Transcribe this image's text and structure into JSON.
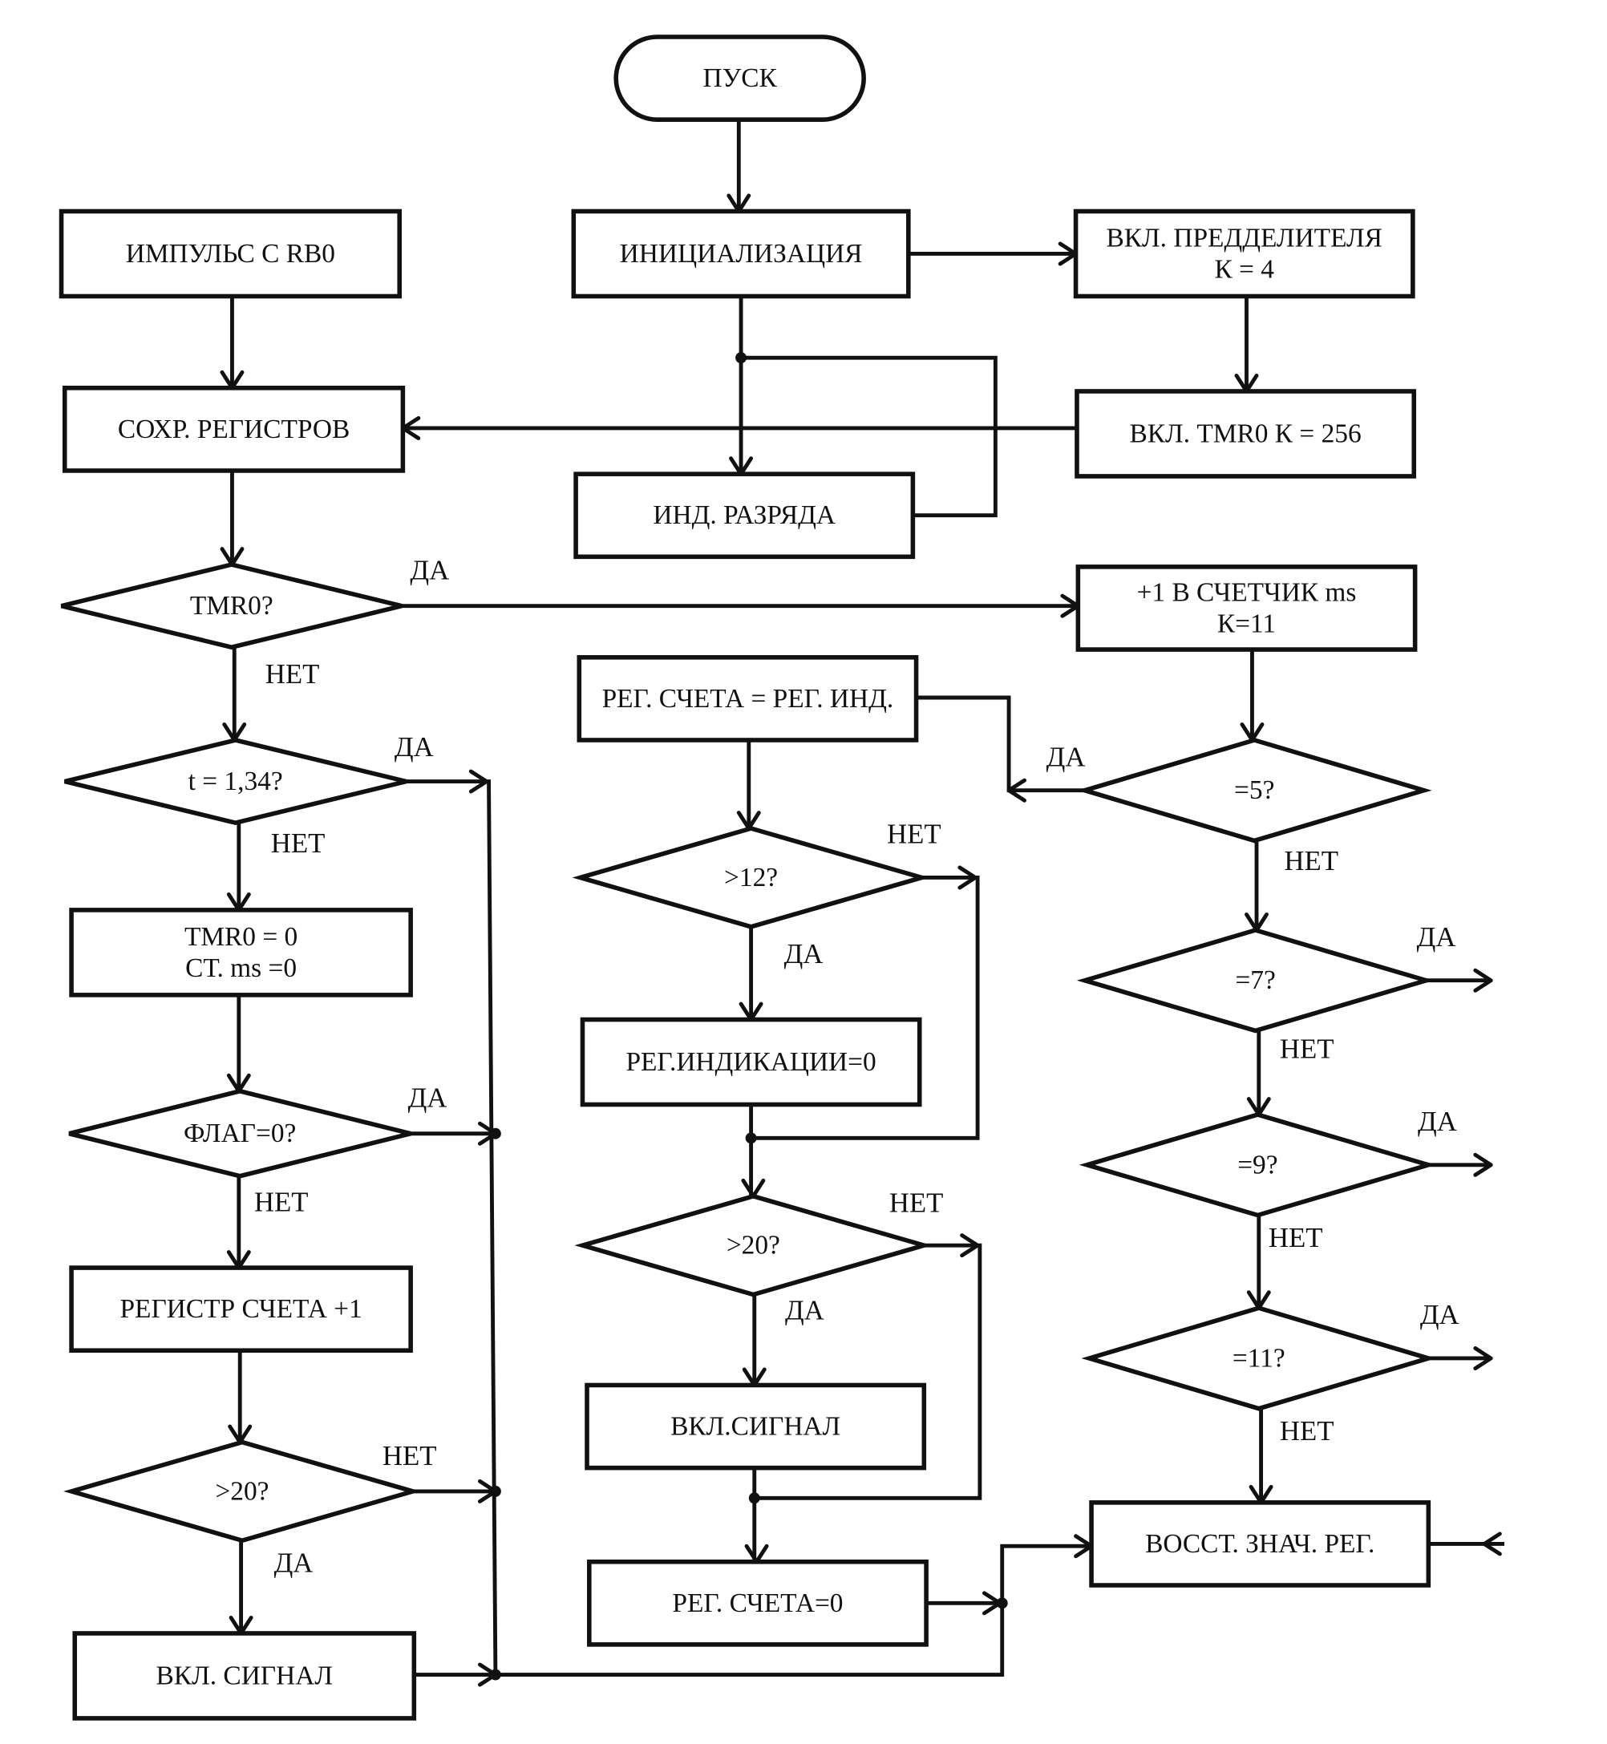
{
  "diagram": {
    "title": "",
    "type": "flowchart",
    "colors": {
      "stroke": "#111111",
      "background": "#ffffff"
    },
    "nodes": [
      {
        "id": "start",
        "shape": "terminator",
        "lines": [
          "ПУСК"
        ]
      },
      {
        "id": "init",
        "shape": "process",
        "lines": [
          "ИНИЦИАЛИЗАЦИЯ"
        ]
      },
      {
        "id": "prescaler",
        "shape": "process",
        "lines": [
          "ВКЛ. ПРЕДДЕЛИТЕЛЯ",
          "К = 4"
        ]
      },
      {
        "id": "tmr0_on",
        "shape": "process",
        "lines": [
          "ВКЛ. TMR0 К = 256"
        ]
      },
      {
        "id": "ind_digit",
        "shape": "process",
        "lines": [
          "ИНД.  РАЗРЯДА"
        ]
      },
      {
        "id": "pulse",
        "shape": "process",
        "lines": [
          "ИМПУЛЬС С RB0"
        ]
      },
      {
        "id": "save_regs",
        "shape": "process",
        "lines": [
          "СОХР. РЕГИСТРОВ"
        ]
      },
      {
        "id": "q_tmr0",
        "shape": "decision",
        "lines": [
          "TMR0?"
        ]
      },
      {
        "id": "q_t134",
        "shape": "decision",
        "lines": [
          "t = 1,34?"
        ]
      },
      {
        "id": "reset_tmr",
        "shape": "process",
        "lines": [
          "TMR0 = 0",
          "СТ. ms =0"
        ]
      },
      {
        "id": "q_flag",
        "shape": "decision",
        "lines": [
          "ФЛАГ=0?"
        ]
      },
      {
        "id": "count_inc",
        "shape": "process",
        "lines": [
          "РЕГИСТР  СЧЕТА +1"
        ]
      },
      {
        "id": "q_gt20_left",
        "shape": "decision",
        "lines": [
          ">20?"
        ]
      },
      {
        "id": "signal_left",
        "shape": "process",
        "lines": [
          "ВКЛ.  СИГНАЛ"
        ]
      },
      {
        "id": "ms_inc",
        "shape": "process",
        "lines": [
          "+1 В СЧЕТЧИК ms",
          "К=11"
        ]
      },
      {
        "id": "q_eq5",
        "shape": "decision",
        "lines": [
          "=5?"
        ]
      },
      {
        "id": "q_eq7",
        "shape": "decision",
        "lines": [
          "=7?"
        ]
      },
      {
        "id": "q_eq9",
        "shape": "decision",
        "lines": [
          "=9?"
        ]
      },
      {
        "id": "q_eq11",
        "shape": "decision",
        "lines": [
          "=11?"
        ]
      },
      {
        "id": "restore",
        "shape": "process",
        "lines": [
          "ВОССТ. ЗНАЧ. РЕГ."
        ]
      },
      {
        "id": "copy_reg",
        "shape": "process",
        "lines": [
          "РЕГ. СЧЕТА = РЕГ. ИНД."
        ]
      },
      {
        "id": "q_gt12",
        "shape": "decision",
        "lines": [
          ">12?"
        ]
      },
      {
        "id": "ind_zero",
        "shape": "process",
        "lines": [
          "РЕГ.ИНДИКАЦИИ=0"
        ]
      },
      {
        "id": "q_gt20_mid",
        "shape": "decision",
        "lines": [
          ">20?"
        ]
      },
      {
        "id": "signal_mid",
        "shape": "process",
        "lines": [
          "ВКЛ.СИГНАЛ"
        ]
      },
      {
        "id": "count_zero",
        "shape": "process",
        "lines": [
          "РЕГ. СЧЕТА=0"
        ]
      }
    ],
    "branch_labels": [
      {
        "id": "q_tmr0_yes",
        "text": "ДА"
      },
      {
        "id": "q_tmr0_no",
        "text": "НЕТ"
      },
      {
        "id": "q_t134_yes",
        "text": "ДА"
      },
      {
        "id": "q_t134_no",
        "text": "НЕТ"
      },
      {
        "id": "q_flag_yes",
        "text": "ДА"
      },
      {
        "id": "q_flag_no",
        "text": "НЕТ"
      },
      {
        "id": "q_gt20_left_no",
        "text": "НЕТ"
      },
      {
        "id": "q_gt20_left_yes",
        "text": "ДА"
      },
      {
        "id": "q_eq5_yes",
        "text": "ДА"
      },
      {
        "id": "q_eq5_no",
        "text": "НЕТ"
      },
      {
        "id": "q_eq7_yes",
        "text": "ДА"
      },
      {
        "id": "q_eq7_no",
        "text": "НЕТ"
      },
      {
        "id": "q_eq9_yes",
        "text": "ДА"
      },
      {
        "id": "q_eq9_no",
        "text": "НЕТ"
      },
      {
        "id": "q_eq11_yes",
        "text": "ДА"
      },
      {
        "id": "q_eq11_no",
        "text": "НЕТ"
      },
      {
        "id": "q_gt12_no",
        "text": "НЕТ"
      },
      {
        "id": "q_gt12_yes",
        "text": "ДА"
      },
      {
        "id": "q_gt20_mid_no",
        "text": "НЕТ"
      },
      {
        "id": "q_gt20_mid_yes",
        "text": "ДА"
      }
    ],
    "edges": [
      {
        "from": "start",
        "to": "init"
      },
      {
        "from": "init",
        "to": "prescaler"
      },
      {
        "from": "init",
        "to": "ind_digit"
      },
      {
        "from": "ind_digit",
        "to": "ind_digit",
        "note": "loop"
      },
      {
        "from": "prescaler",
        "to": "tmr0_on"
      },
      {
        "from": "tmr0_on",
        "to": "save_regs"
      },
      {
        "from": "pulse",
        "to": "save_regs"
      },
      {
        "from": "save_regs",
        "to": "q_tmr0"
      },
      {
        "from": "q_tmr0",
        "to": "ms_inc",
        "label": "ДА"
      },
      {
        "from": "q_tmr0",
        "to": "q_t134",
        "label": "НЕТ"
      },
      {
        "from": "q_t134",
        "to": "restore",
        "label": "ДА"
      },
      {
        "from": "q_t134",
        "to": "reset_tmr",
        "label": "НЕТ"
      },
      {
        "from": "reset_tmr",
        "to": "q_flag"
      },
      {
        "from": "q_flag",
        "to": "restore",
        "label": "ДА"
      },
      {
        "from": "q_flag",
        "to": "count_inc",
        "label": "НЕТ"
      },
      {
        "from": "count_inc",
        "to": "q_gt20_left"
      },
      {
        "from": "q_gt20_left",
        "to": "restore",
        "label": "НЕТ"
      },
      {
        "from": "q_gt20_left",
        "to": "signal_left",
        "label": "ДА"
      },
      {
        "from": "signal_left",
        "to": "restore"
      },
      {
        "from": "ms_inc",
        "to": "q_eq5"
      },
      {
        "from": "q_eq5",
        "to": "copy_reg",
        "label": "ДА"
      },
      {
        "from": "q_eq5",
        "to": "q_eq7",
        "label": "НЕТ"
      },
      {
        "from": "q_eq7",
        "to": "exit",
        "label": "ДА"
      },
      {
        "from": "q_eq7",
        "to": "q_eq9",
        "label": "НЕТ"
      },
      {
        "from": "q_eq9",
        "to": "exit",
        "label": "ДА"
      },
      {
        "from": "q_eq9",
        "to": "q_eq11",
        "label": "НЕТ"
      },
      {
        "from": "q_eq11",
        "to": "exit",
        "label": "ДА"
      },
      {
        "from": "q_eq11",
        "to": "restore",
        "label": "НЕТ"
      },
      {
        "from": "copy_reg",
        "to": "q_gt12"
      },
      {
        "from": "q_gt12",
        "to": "q_gt20_mid",
        "label": "НЕТ"
      },
      {
        "from": "q_gt12",
        "to": "ind_zero",
        "label": "ДА"
      },
      {
        "from": "ind_zero",
        "to": "q_gt20_mid"
      },
      {
        "from": "q_gt20_mid",
        "to": "count_zero",
        "label": "НЕТ"
      },
      {
        "from": "q_gt20_mid",
        "to": "signal_mid",
        "label": "ДА"
      },
      {
        "from": "signal_mid",
        "to": "count_zero"
      },
      {
        "from": "count_zero",
        "to": "restore"
      }
    ]
  }
}
